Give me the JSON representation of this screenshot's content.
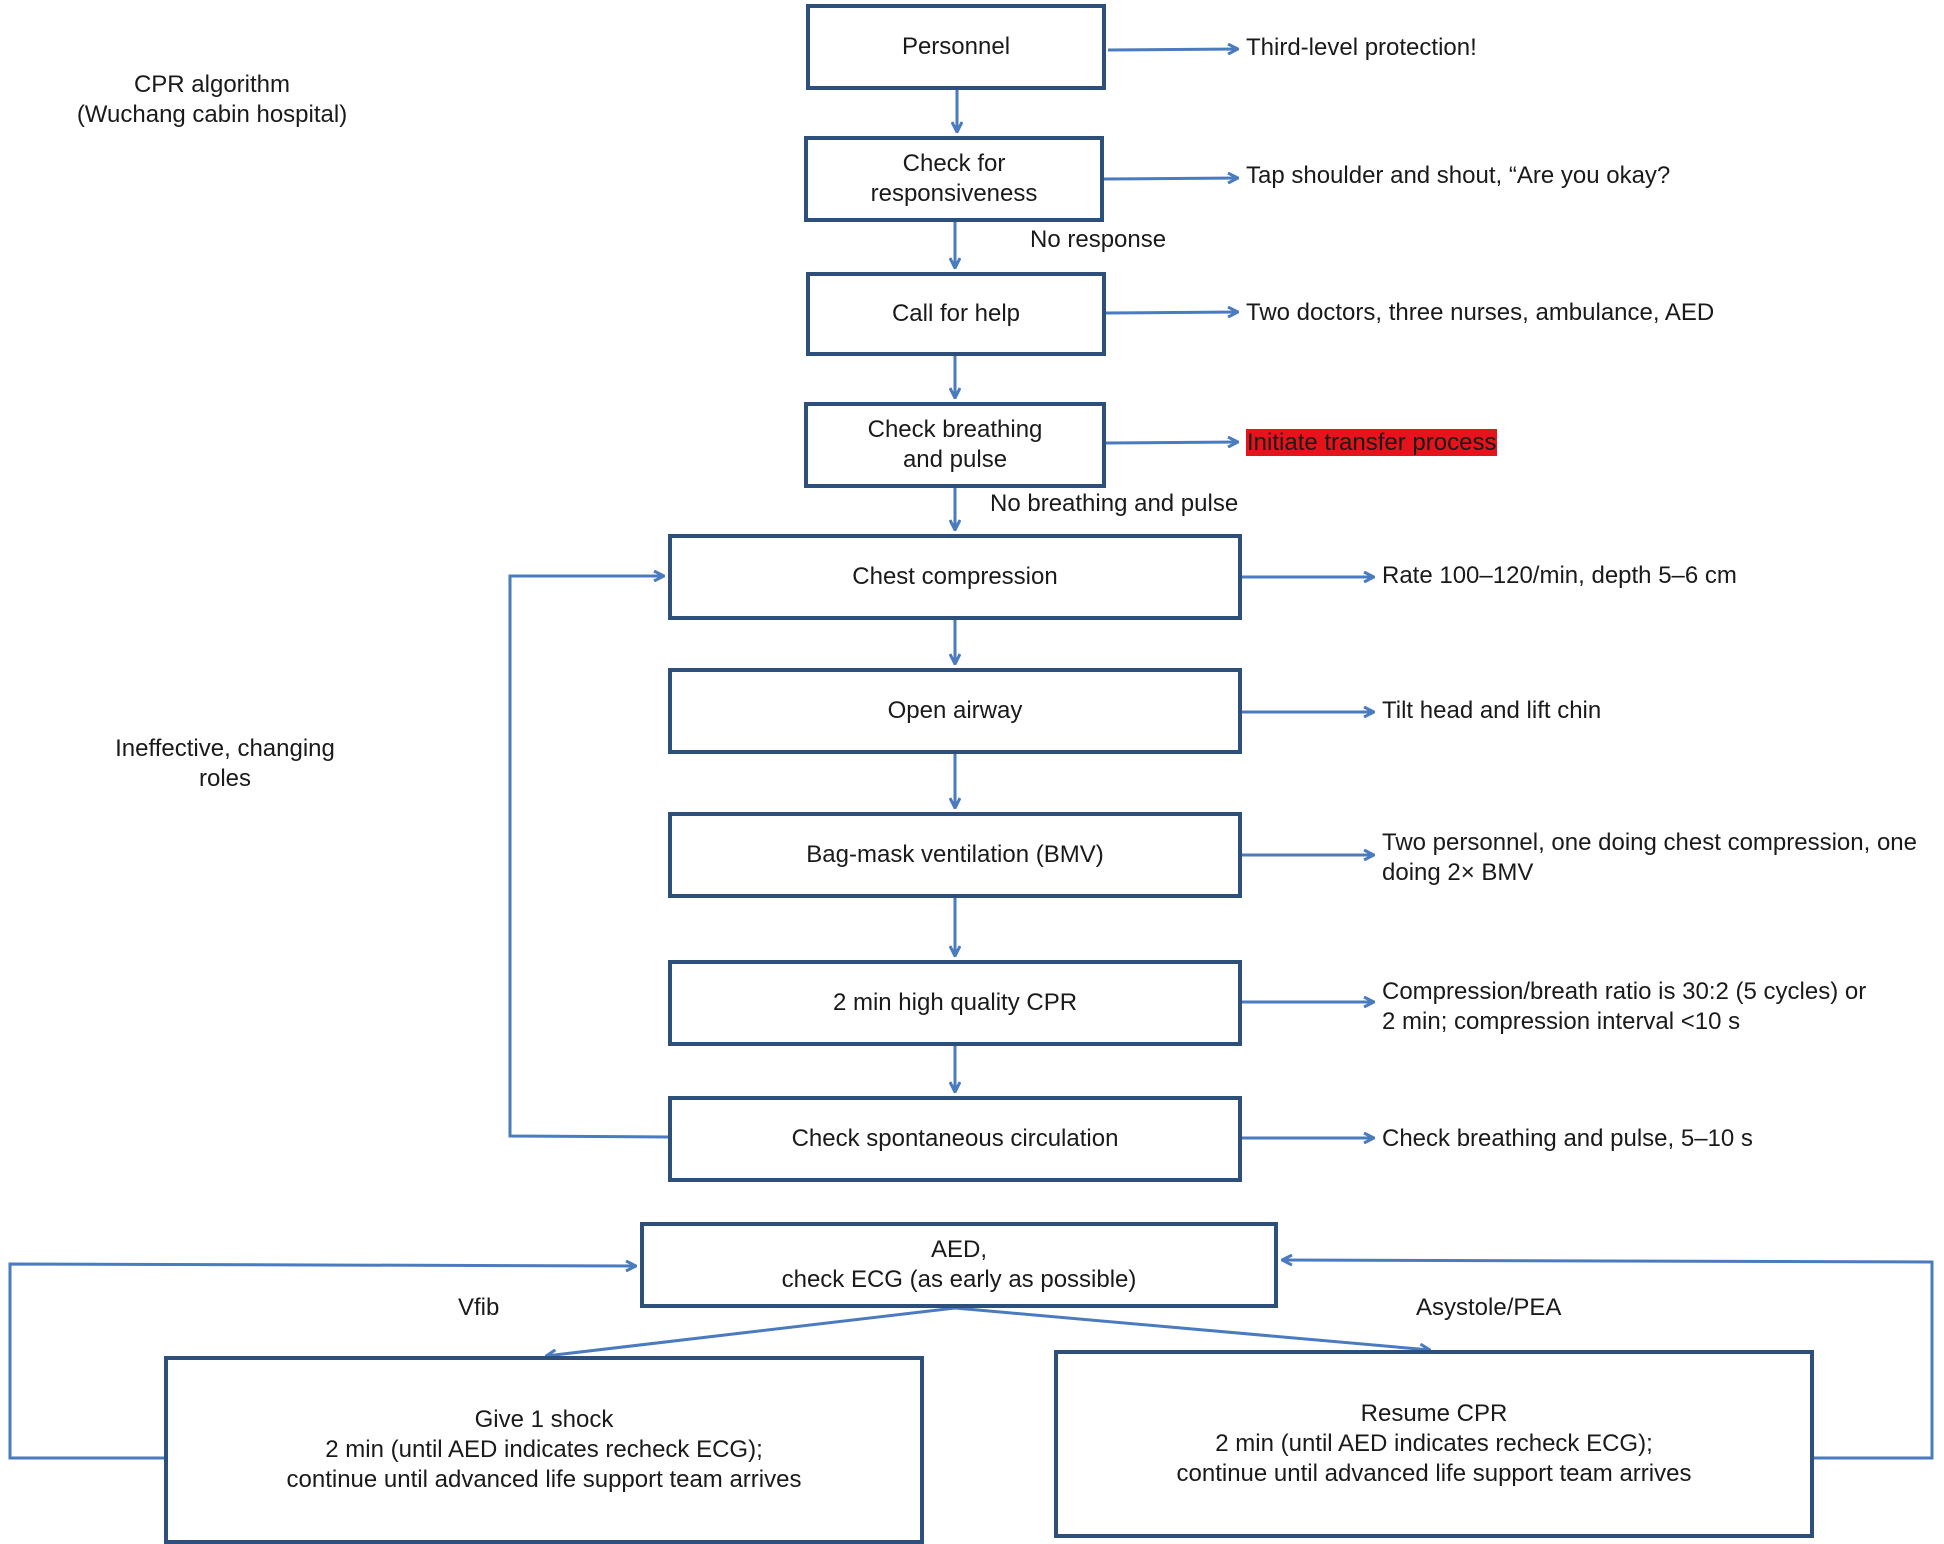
{
  "title": "CPR algorithm\n(Wuchang cabin hospital)",
  "colors": {
    "box_border": "#2c4f7c",
    "arrow": "#4a7bbf",
    "highlight": "#e8121c"
  },
  "steps": {
    "personnel": "Personnel",
    "check_responsiveness": "Check for\nresponsiveness",
    "call_for_help": "Call for help",
    "check_breathing": "Check breathing\nand pulse",
    "chest_compression": "Chest compression",
    "open_airway": "Open airway",
    "bmv": "Bag-mask ventilation (BMV)",
    "high_quality_cpr": "2 min high quality CPR",
    "check_circulation": "Check spontaneous circulation",
    "aed": "AED,\ncheck ECG (as early as possible)",
    "give_shock": "Give 1 shock\n2 min (until AED indicates recheck ECG);\ncontinue until advanced life support team arrives",
    "resume_cpr": "Resume CPR\n2 min (until AED indicates recheck ECG);\ncontinue until advanced life support team arrives"
  },
  "notes": {
    "personnel": "Third-level protection!",
    "responsiveness": "Tap shoulder and shout, “Are you okay?",
    "call_for_help": "Two doctors, three nurses, ambulance, AED",
    "check_breathing": "Initiate transfer process",
    "chest_compression": "Rate 100–120/min, depth 5–6 cm",
    "open_airway": "Tilt head and lift chin",
    "bmv": "Two personnel, one doing chest compression, one\ndoing 2× BMV",
    "high_quality_cpr": "Compression/breath ratio is 30:2 (5 cycles) or\n2 min; compression interval <10 s",
    "check_circulation": "Check breathing and pulse, 5–10 s"
  },
  "edge_labels": {
    "no_response": "No response",
    "no_breathing": "No breathing and pulse",
    "ineffective": "Ineffective, changing\nroles",
    "vfib": "Vfib",
    "asystole": "Asystole/PEA"
  }
}
